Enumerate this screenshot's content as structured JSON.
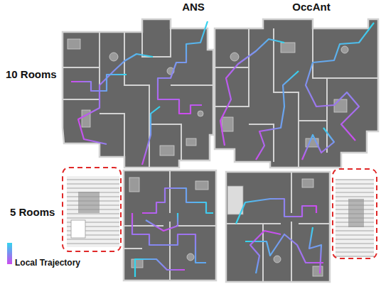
{
  "diagram": {
    "labels": [
      "ANS",
      "OccAnt",
      "10 Rooms",
      "5 Rooms"
    ],
    "legend": [
      {
        "text": "Local Trajectory"
      }
    ]
  }
}
